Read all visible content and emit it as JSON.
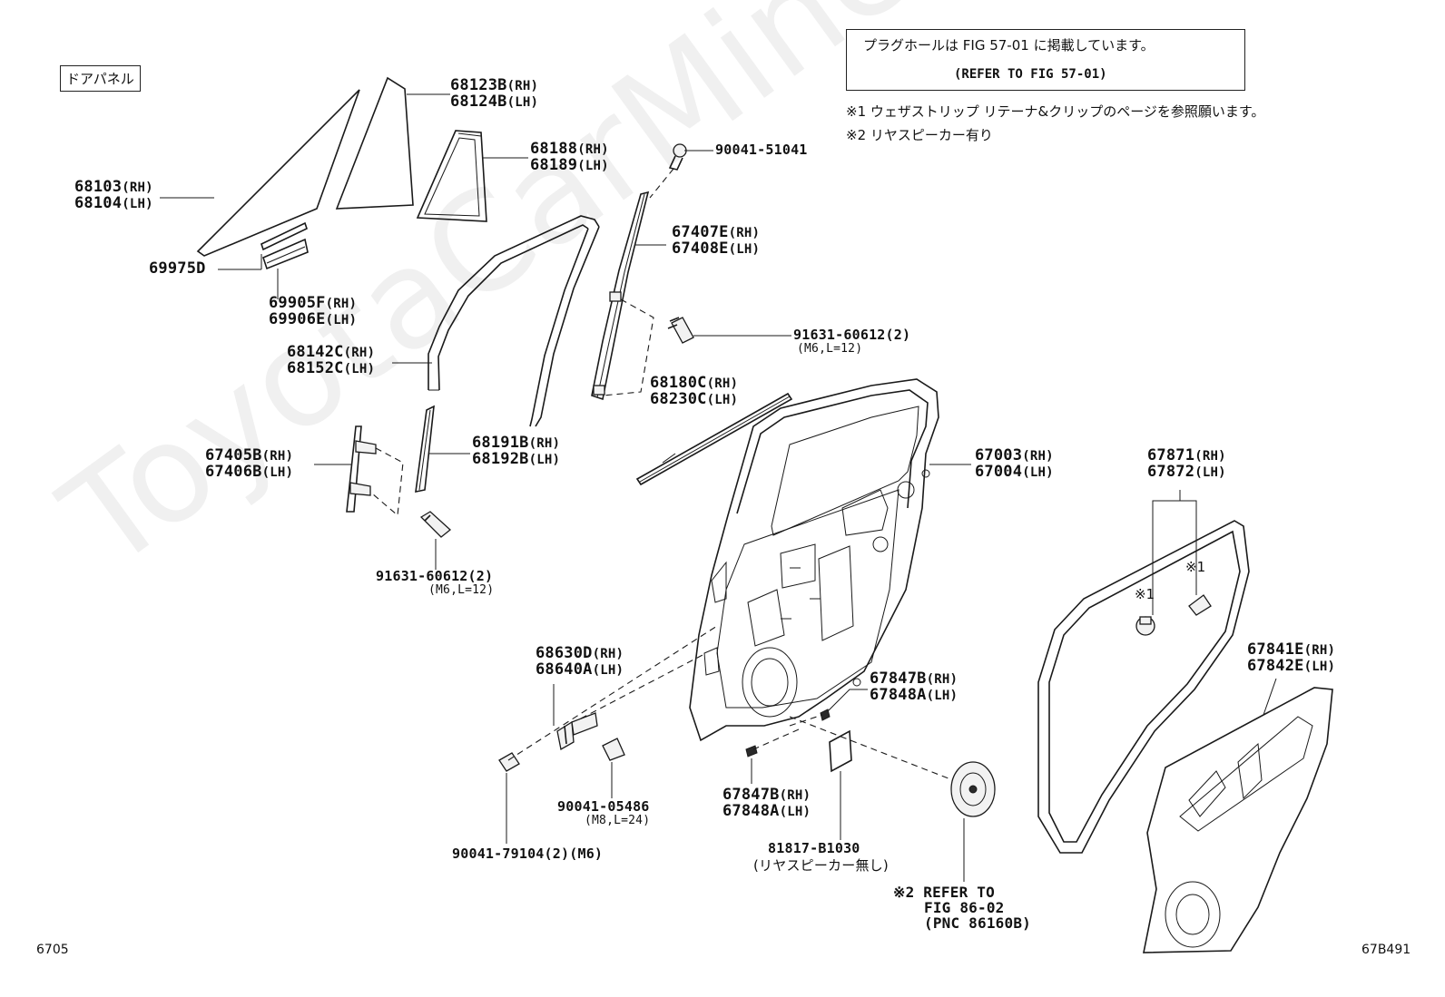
{
  "watermark": "ToyotaCarMine.ru",
  "panel_label": "ドアパネル",
  "top_note": {
    "line1": "プラグホールは FIG 57-01 に掲載しています。",
    "line2": "(REFER TO FIG 57-01)"
  },
  "footnotes": [
    "※1 ウェザストリップ リテーナ&クリップのページを参照願います。",
    "※2 リヤスピーカー有り"
  ],
  "parts": {
    "p68123": {
      "rh": "68123B",
      "lh": "68124B"
    },
    "p68188": {
      "rh": "68188",
      "lh": "68189"
    },
    "p68103": {
      "rh": "68103",
      "lh": "68104"
    },
    "p69975": {
      "single": "69975D"
    },
    "p69905": {
      "rh": "69905F",
      "lh": "69906E"
    },
    "p90041a": {
      "single": "90041-51041"
    },
    "p67407": {
      "rh": "67407E",
      "lh": "67408E"
    },
    "p91631a": {
      "single": "91631-60612(2)",
      "sub": "(M6,L=12)"
    },
    "p68142": {
      "rh": "68142C",
      "lh": "68152C"
    },
    "p68180": {
      "rh": "68180C",
      "lh": "68230C"
    },
    "p68191": {
      "rh": "68191B",
      "lh": "68192B"
    },
    "p67405": {
      "rh": "67405B",
      "lh": "67406B"
    },
    "p91631b": {
      "single": "91631-60612(2)",
      "sub": "(M6,L=12)"
    },
    "p67003": {
      "rh": "67003",
      "lh": "67004"
    },
    "p67871": {
      "rh": "67871",
      "lh": "67872"
    },
    "p68630": {
      "rh": "68630D",
      "lh": "68640A"
    },
    "p67847a": {
      "rh": "67847B",
      "lh": "67848A"
    },
    "p67847b": {
      "rh": "67847B",
      "lh": "67848A"
    },
    "p67841": {
      "rh": "67841E",
      "lh": "67842E"
    },
    "p90041b": {
      "single": "90041-05486",
      "sub": "(M8,L=24)"
    },
    "p90041c": {
      "single": "90041-79104(2)(M6)"
    },
    "p81817": {
      "single": "81817-B1030",
      "sub": "(リヤスピーカー無し)"
    },
    "speaker_ref": {
      "line1": "※2 REFER TO",
      "line2": "FIG 86-02",
      "line3": "(PNC 86160B)"
    }
  },
  "suffix_rh": "(RH)",
  "suffix_lh": "(LH)",
  "clip_marks": [
    "※1",
    "※1"
  ],
  "fig_left": "6705",
  "fig_right": "67B491"
}
